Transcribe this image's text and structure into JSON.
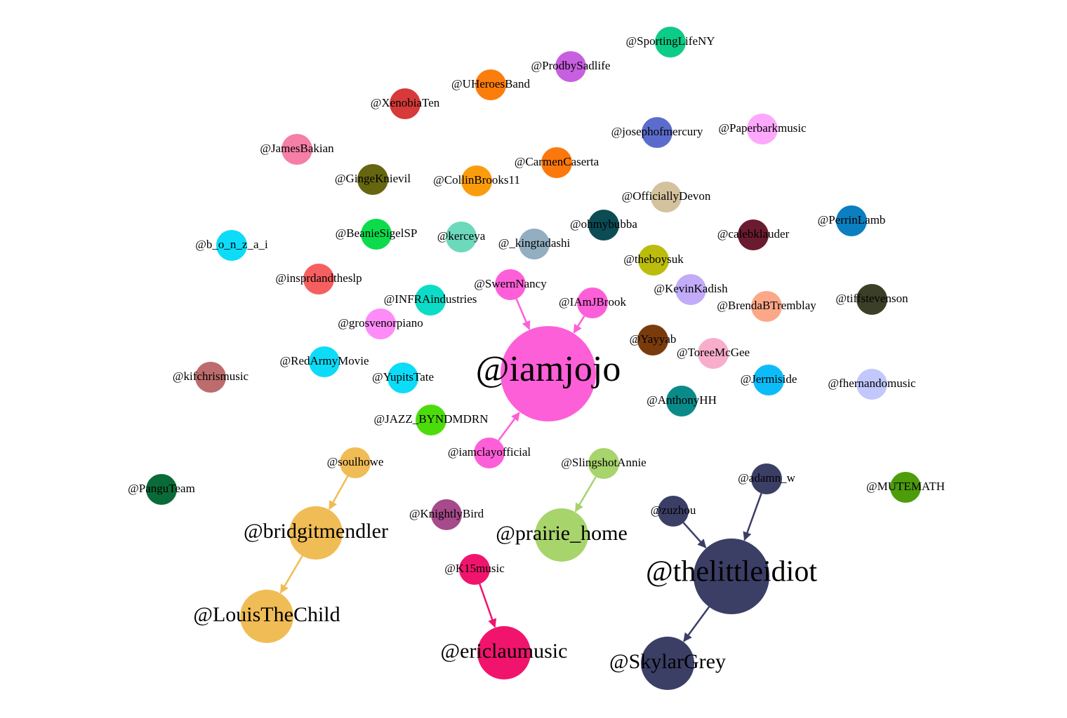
{
  "graph": {
    "nodes": [
      {
        "id": "sportinglifeny",
        "label": "@SportingLifeNY",
        "color": "#0ccc87"
      },
      {
        "id": "prodbysadlife",
        "label": "@ProdbySadlife",
        "color": "#c85fe0"
      },
      {
        "id": "uheroesband",
        "label": "@UHeroesBand",
        "color": "#fb7d0c"
      },
      {
        "id": "xenobiaten",
        "label": "@XenobiaTen",
        "color": "#d63a3a"
      },
      {
        "id": "josephofmercury",
        "label": "@josephofmercury",
        "color": "#5c6ccc"
      },
      {
        "id": "paperbarkmusic",
        "label": "@Paperbarkmusic",
        "color": "#fda8fd"
      },
      {
        "id": "jamesbakian",
        "label": "@JamesBakian",
        "color": "#f57fa6"
      },
      {
        "id": "carmencaserta",
        "label": "@CarmenCaserta",
        "color": "#fb780c"
      },
      {
        "id": "gingeknievil",
        "label": "@GingeKnievil",
        "color": "#666611"
      },
      {
        "id": "collinbrooks11",
        "label": "@CollinBrooks11",
        "color": "#fb9c0c"
      },
      {
        "id": "officiallydevon",
        "label": "@OfficiallyDevon",
        "color": "#d4c29e"
      },
      {
        "id": "perrinlamb",
        "label": "@PerrinLamb",
        "color": "#0b7fc0"
      },
      {
        "id": "ohmybubba",
        "label": "@ohmybubba",
        "color": "#0b4c55"
      },
      {
        "id": "calebklauder",
        "label": "@calebklauder",
        "color": "#6b1b30"
      },
      {
        "id": "beaniesigelsp",
        "label": "@BeanieSigelSP",
        "color": "#0cdc4c"
      },
      {
        "id": "kerceya",
        "label": "@kerceya",
        "color": "#6cd8bc"
      },
      {
        "id": "kingtadashi",
        "label": "@_kingtadashi",
        "color": "#92aec0"
      },
      {
        "id": "bonzai",
        "label": "@b_o_n_z_a_i",
        "color": "#0cdcf8"
      },
      {
        "id": "theboysuk",
        "label": "@theboysuk",
        "color": "#bcbc0c"
      },
      {
        "id": "insprdandthesip",
        "label": "@insprdandtheslp",
        "color": "#f65f5f"
      },
      {
        "id": "swernnancy",
        "label": "@SwernNancy",
        "color": "#fd5fd8"
      },
      {
        "id": "kevinkadish",
        "label": "@KevinKadish",
        "color": "#c2abf8"
      },
      {
        "id": "infraindustries",
        "label": "@INFRAindustries",
        "color": "#0cdcc6"
      },
      {
        "id": "iamjbrook",
        "label": "@IAmJBrook",
        "color": "#fd5fd8"
      },
      {
        "id": "brendabtremblay",
        "label": "@BrendaBTremblay",
        "color": "#fca888"
      },
      {
        "id": "tiffstevenson",
        "label": "@tiffstevenson",
        "color": "#3b3f28"
      },
      {
        "id": "grosvenorpiano",
        "label": "@grosvenorpiano",
        "color": "#fd8cf8"
      },
      {
        "id": "yayyab",
        "label": "@Yayyab",
        "color": "#7a3b0c"
      },
      {
        "id": "toreemcgee",
        "label": "@ToreeMcGee",
        "color": "#f8aecb"
      },
      {
        "id": "kifchrismusic",
        "label": "@kifchrismusic",
        "color": "#bc6c6c"
      },
      {
        "id": "redarmymovie",
        "label": "@RedArmyMovie",
        "color": "#0cdcf8"
      },
      {
        "id": "iamjojo",
        "label": "@iamjojo",
        "color": "#fd5fd8"
      },
      {
        "id": "yupitstate",
        "label": "@YupitsTate",
        "color": "#0cdcf8"
      },
      {
        "id": "jermiside",
        "label": "@Jermiside",
        "color": "#0cbcf8"
      },
      {
        "id": "fhernandomusic",
        "label": "@fhernandomusic",
        "color": "#c2c8fd"
      },
      {
        "id": "anthonyhh",
        "label": "@AnthonyHH",
        "color": "#0b8a8a"
      },
      {
        "id": "jazzbyndmdrn",
        "label": "@JAZZ_BYNDMDRN",
        "color": "#4cdc0c"
      },
      {
        "id": "iamclayofficial",
        "label": "@iamclayofficial",
        "color": "#fd5fd8"
      },
      {
        "id": "soulhowe",
        "label": "@soulhowe",
        "color": "#f0bc55"
      },
      {
        "id": "slingshotannie",
        "label": "@SlingshotAnnie",
        "color": "#a8d46c"
      },
      {
        "id": "adamnw",
        "label": "@adamn_w",
        "color": "#3b3f66"
      },
      {
        "id": "pangutam",
        "label": "@PanguTeam",
        "color": "#0b6b38"
      },
      {
        "id": "mutemath",
        "label": "@MUTEMATH",
        "color": "#4c9c0c"
      },
      {
        "id": "knightlybird",
        "label": "@KnightlyBird",
        "color": "#a54a8a"
      },
      {
        "id": "zuzhou",
        "label": "@zuzhou",
        "color": "#3b3f66"
      },
      {
        "id": "bridgitmendler",
        "label": "@bridgitmendler",
        "color": "#f0bc55"
      },
      {
        "id": "prairiehome",
        "label": "@prairie_home",
        "color": "#a8d46c"
      },
      {
        "id": "k15music",
        "label": "@K15music",
        "color": "#f0146c"
      },
      {
        "id": "thelittleidiot",
        "label": "@thelittleidiot",
        "color": "#3b3f66"
      },
      {
        "id": "louisthechild",
        "label": "@LouisTheChild",
        "color": "#f0bc55"
      },
      {
        "id": "ericlaumusic",
        "label": "@ericlaumusic",
        "color": "#f0146c"
      },
      {
        "id": "skylargrey",
        "label": "@SkylarGrey",
        "color": "#3b3f66"
      }
    ],
    "edges": [
      {
        "from": "swernnancy",
        "to": "iamjojo",
        "color": "#fd5fd8"
      },
      {
        "from": "iamjbrook",
        "to": "iamjojo",
        "color": "#fd5fd8"
      },
      {
        "from": "iamclayofficial",
        "to": "iamjojo",
        "color": "#fd5fd8"
      },
      {
        "from": "soulhowe",
        "to": "bridgitmendler",
        "color": "#f0bc55"
      },
      {
        "from": "bridgitmendler",
        "to": "louisthechild",
        "color": "#f0bc55"
      },
      {
        "from": "slingshotannie",
        "to": "prairiehome",
        "color": "#a8d46c"
      },
      {
        "from": "k15music",
        "to": "ericlaumusic",
        "color": "#f0146c"
      },
      {
        "from": "zuzhou",
        "to": "thelittleidiot",
        "color": "#3b3f66"
      },
      {
        "from": "adamnw",
        "to": "thelittleidiot",
        "color": "#3b3f66"
      },
      {
        "from": "thelittleidiot",
        "to": "skylargrey",
        "color": "#3b3f66"
      }
    ]
  }
}
